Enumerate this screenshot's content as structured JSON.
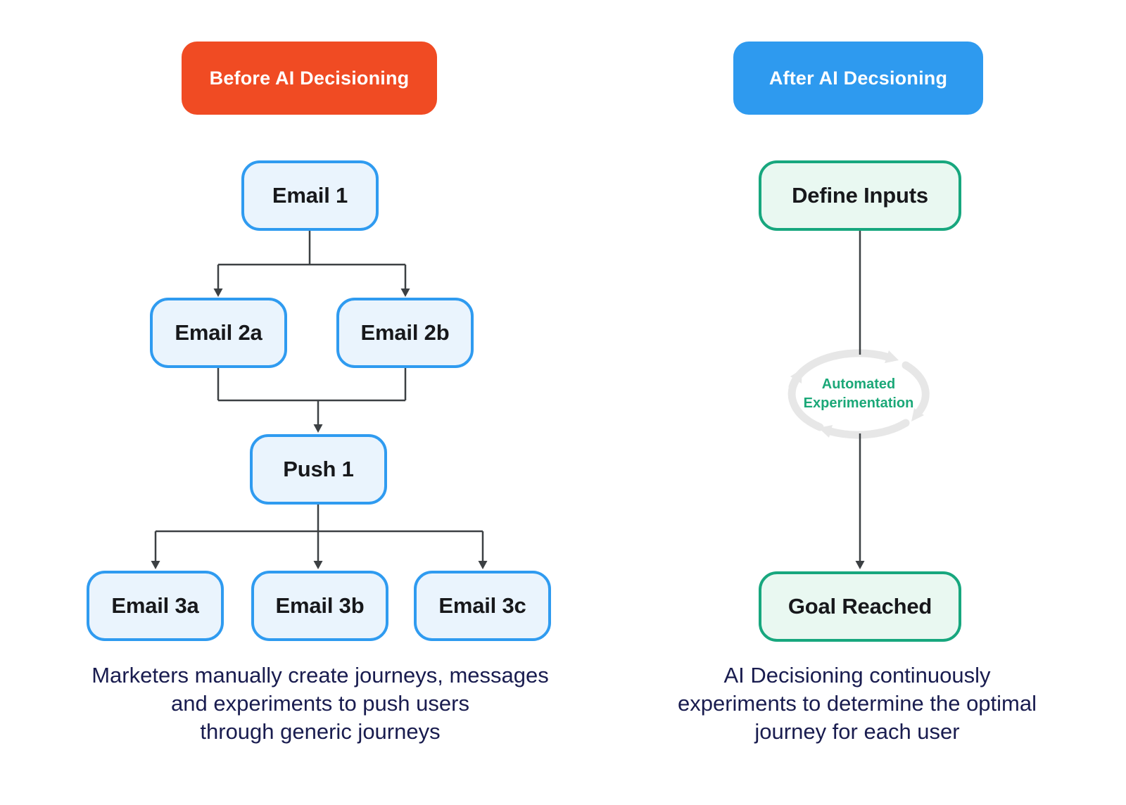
{
  "left_panel": {
    "header": {
      "label": "Before AI Decisioning",
      "background": "#F04B23"
    },
    "nodes": {
      "email1": {
        "label": "Email 1"
      },
      "email2a": {
        "label": "Email 2a"
      },
      "email2b": {
        "label": "Email 2b"
      },
      "push1": {
        "label": "Push 1"
      },
      "email3a": {
        "label": "Email 3a"
      },
      "email3b": {
        "label": "Email 3b"
      },
      "email3c": {
        "label": "Email 3c"
      }
    },
    "node_style": {
      "fill": "#EAF4FD",
      "border": "#2F9BF0"
    },
    "caption": {
      "line1": "Marketers manually create journeys, messages",
      "line2": "and experiments to push users",
      "line3": "through generic journeys"
    }
  },
  "right_panel": {
    "header": {
      "label": "After AI Decsioning",
      "background": "#2E9AEF"
    },
    "nodes": {
      "define_inputs": {
        "label": "Define Inputs"
      },
      "goal_reached": {
        "label": "Goal Reached"
      }
    },
    "node_style": {
      "fill": "#E9F8F1",
      "border": "#17A77E"
    },
    "loop": {
      "label_line1": "Automated",
      "label_line2": "Experimentation",
      "text_color": "#1BA878",
      "arrow_color": "#E7E7E7"
    },
    "caption": {
      "line1": "AI Decisioning continuously",
      "line2": "experiments to determine the optimal",
      "line3": "journey for each user"
    }
  },
  "style": {
    "connector_color": "#3C4043",
    "caption_color": "#191C4F",
    "node_text_color": "#17181B",
    "background": "#FFFFFF"
  }
}
